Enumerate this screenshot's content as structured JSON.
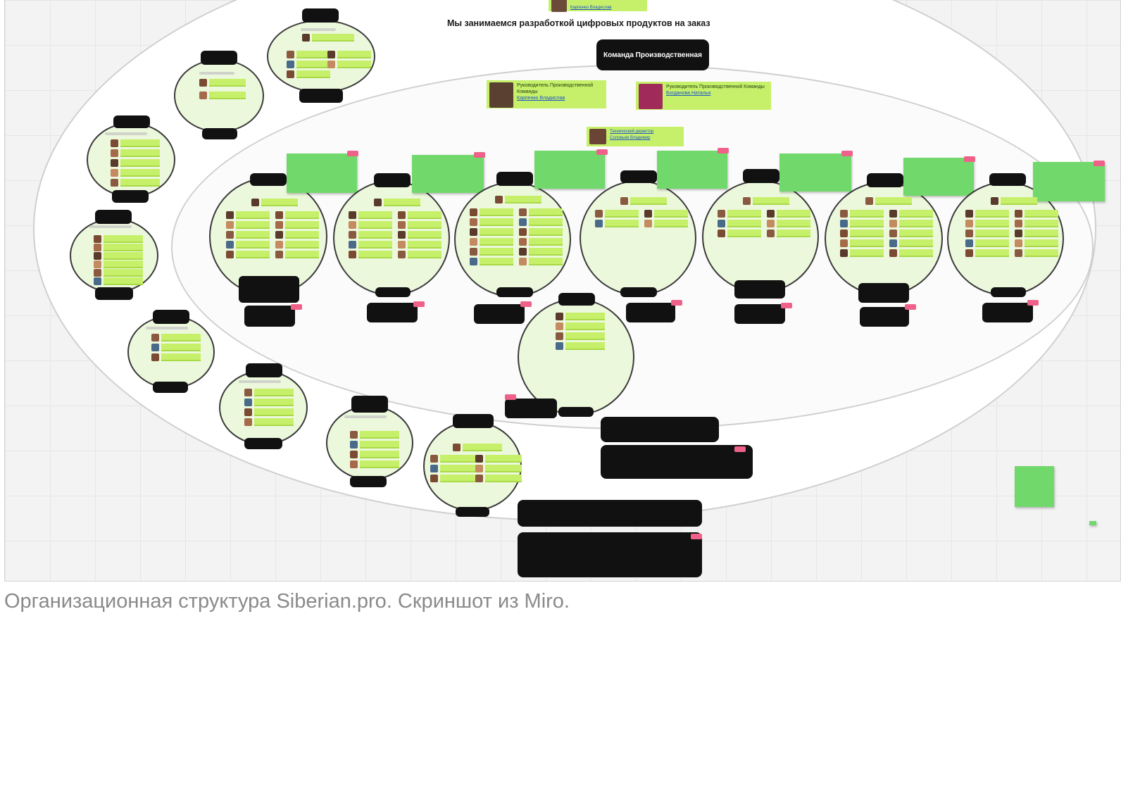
{
  "board": {
    "headline": "Мы занимаемся разработкой цифровых продуктов на заказ",
    "production_team_title": "Команда Производственная",
    "leads": [
      {
        "role": "Руководитель Производственной Команды",
        "name": "Карпенко Владислав"
      },
      {
        "role": "Руководитель Производственной Команды",
        "name": "Богданова Наталья"
      },
      {
        "role": "Технический директор",
        "name": "Соловьев Владимир"
      }
    ],
    "top_lead": {
      "name": "Карпенко Владислав"
    },
    "colors": {
      "board_bg": "#f3f3f3",
      "circle_fill": "#ecf8dc",
      "member_bar": "#c7f06a",
      "sticky": "#71d96b",
      "label_bg": "#111111",
      "pink_tab": "#f0618a"
    }
  },
  "caption": "Организационная структура Siberian.pro. Скриншот из Miro."
}
